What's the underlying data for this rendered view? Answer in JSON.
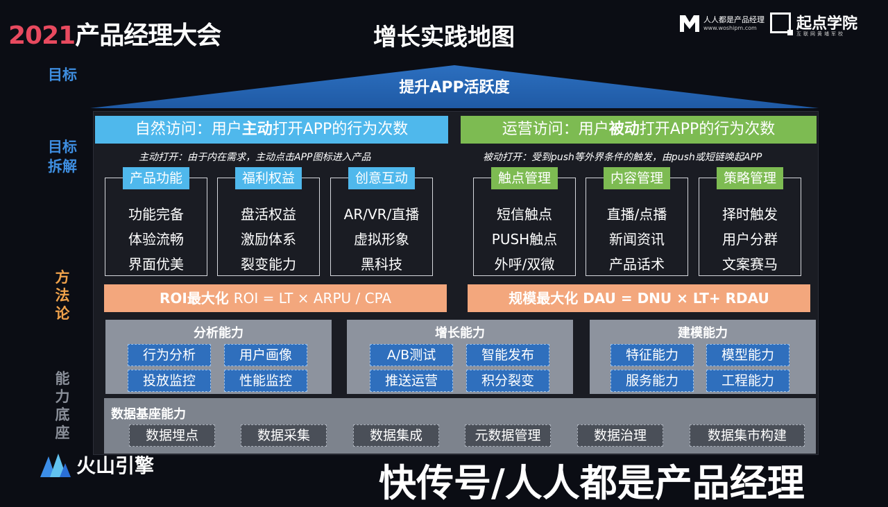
{
  "header": {
    "conference_year": "2021",
    "conference_name": "产品经理大会",
    "title": "增长实践地图",
    "logo1_name": "人人都是产品经理",
    "logo1_url": "www.woshipm.com",
    "logo2_name": "起点学院",
    "logo2_sub": "互联网黄埔军校"
  },
  "side_labels": {
    "goal": "目标",
    "goal_breakdown_1": "目标",
    "goal_breakdown_2": "拆解",
    "methodology_1": "方",
    "methodology_2": "法",
    "methodology_3": "论",
    "foundation_1": "能",
    "foundation_2": "力",
    "foundation_3": "底",
    "foundation_4": "座"
  },
  "goal": "提升APP活跃度",
  "active": {
    "banner_pre": "自然访问：用户",
    "banner_bold": "主动",
    "banner_post": "打开APP的行为次数",
    "note": "主动打开：由于内在需求，主动点击APP图标进入产品",
    "categories": [
      {
        "label": "产品功能",
        "items": [
          "功能完备",
          "体验流畅",
          "界面优美"
        ]
      },
      {
        "label": "福利权益",
        "items": [
          "盘活权益",
          "激励体系",
          "裂变能力"
        ]
      },
      {
        "label": "创意互动",
        "items": [
          "AR/VR/直播",
          "虚拟形象",
          "黑科技"
        ]
      }
    ],
    "formula_bold": "ROI最大化",
    "formula_normal": "ROI = LT × ARPU / CPA"
  },
  "passive": {
    "banner_pre": "运营访问：用户",
    "banner_bold": "被动",
    "banner_post": "打开APP的行为次数",
    "note": "被动打开：受到push等外界条件的触发，由push或短链唤起APP",
    "categories": [
      {
        "label": "触点管理",
        "items": [
          "短信触点",
          "PUSH触点",
          "外呼/双微"
        ]
      },
      {
        "label": "内容管理",
        "items": [
          "直播/点播",
          "新闻资讯",
          "产品话术"
        ]
      },
      {
        "label": "策略管理",
        "items": [
          "择时触发",
          "用户分群",
          "文案赛马"
        ]
      }
    ],
    "formula": "规模最大化 DAU = DNU × LT+ RDAU"
  },
  "capabilities": [
    {
      "title": "分析能力",
      "items": [
        "行为分析",
        "用户画像",
        "投放监控",
        "性能监控"
      ]
    },
    {
      "title": "增长能力",
      "items": [
        "A/B测试",
        "智能发布",
        "推送运营",
        "积分裂变"
      ]
    },
    {
      "title": "建模能力",
      "items": [
        "特征能力",
        "模型能力",
        "服务能力",
        "工程能力"
      ]
    }
  ],
  "data_foundation": {
    "title": "数据基座能力",
    "items": [
      "数据埋点",
      "数据采集",
      "数据集成",
      "元数据管理",
      "数据治理",
      "数据集市构建"
    ]
  },
  "footer": {
    "brand": "火山引擎",
    "watermark": "快传号/人人都是产品经理"
  },
  "colors": {
    "active_blue": "#4fb8ec",
    "passive_green": "#7dbb52",
    "formula_orange": "#f3a77d",
    "capability_button": "#2f6fbd",
    "year_red": "#e84a5f"
  }
}
